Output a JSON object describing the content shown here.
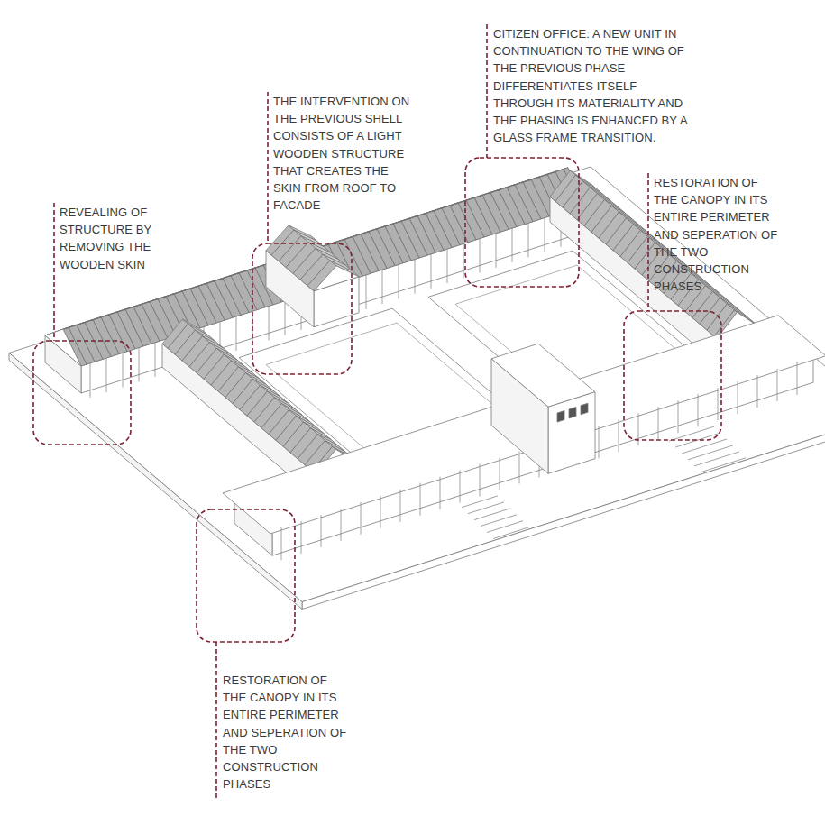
{
  "diagram": {
    "labels": [
      "REVEALING OF STRUCTURE BY REMOVING THE WOODEN SKIN",
      "THE INTERVENTION ON THE PREVIOUS SHELL CONSISTS OF A LIGHT WOODEN STRUCTURE THAT CREATES THE SKIN FROM ROOF TO FACADE",
      "CITIZEN OFFICE: A NEW UNIT IN CONTINUATION TO THE WING OF THE PREVIOUS PHASE DIFFERENTIATES ITSELF THROUGH ITS MATERIALITY AND THE PHASING IS ENHANCED BY A GLASS FRAME TRANSITION.",
      "RESTORATION OF THE CANOPY IN ITS ENTIRE PERIMETER AND SEPERATION OF THE TWO CONSTRUCTION PHASES",
      "RESTORATION OF THE CANOPY IN ITS ENTIRE PERIMETER AND SEPERATION OF THE TWO CONSTRUCTION PHASES"
    ]
  }
}
